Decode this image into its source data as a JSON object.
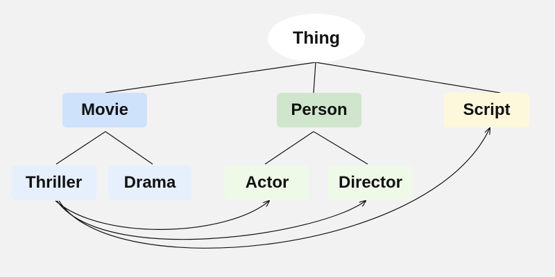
{
  "diagram": {
    "background": "#f2f2f2",
    "edge_color": "#111111",
    "nodes": {
      "thing": {
        "label": "Thing",
        "color": "#ffffff"
      },
      "movie": {
        "label": "Movie",
        "color": "#cfe2fb"
      },
      "person": {
        "label": "Person",
        "color": "#cfe6cc"
      },
      "script": {
        "label": "Script",
        "color": "#fdf8dc"
      },
      "thriller": {
        "label": "Thriller",
        "color": "#e6f0fc"
      },
      "drama": {
        "label": "Drama",
        "color": "#e6f0fc"
      },
      "actor": {
        "label": "Actor",
        "color": "#eef9e8"
      },
      "director": {
        "label": "Director",
        "color": "#eef9e8"
      }
    },
    "hierarchy_edges": [
      [
        "thing",
        "movie"
      ],
      [
        "thing",
        "person"
      ],
      [
        "thing",
        "script"
      ],
      [
        "movie",
        "thriller"
      ],
      [
        "movie",
        "drama"
      ],
      [
        "person",
        "actor"
      ],
      [
        "person",
        "director"
      ]
    ],
    "relation_edges": [
      [
        "thriller",
        "actor"
      ],
      [
        "thriller",
        "director"
      ],
      [
        "thriller",
        "script"
      ]
    ]
  }
}
